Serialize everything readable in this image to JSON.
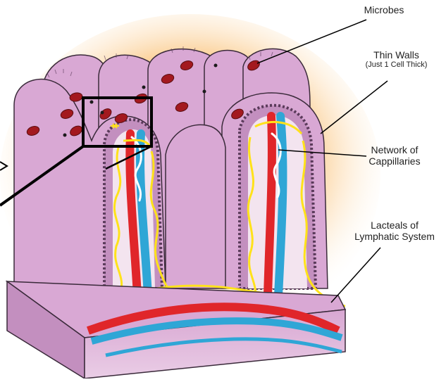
{
  "labels": {
    "microbes": "Microbes",
    "thin_walls": "Thin Walls",
    "thin_walls_note": "(Just 1 Cell Thick)",
    "network_line1": "Network of",
    "network_line2": "Cappillaries",
    "lacteals_line1": "Lacteals of",
    "lacteals_line2": "Lymphatic System"
  },
  "colors": {
    "villus_fill": "#d9a8d4",
    "villus_shade": "#c38fbf",
    "glow": "#f7a23a",
    "artery": "#e0262a",
    "vein": "#2fa6d6",
    "lacteal": "#ffe21a",
    "microbe": "#a3191f",
    "outline": "#3a2a3a"
  }
}
